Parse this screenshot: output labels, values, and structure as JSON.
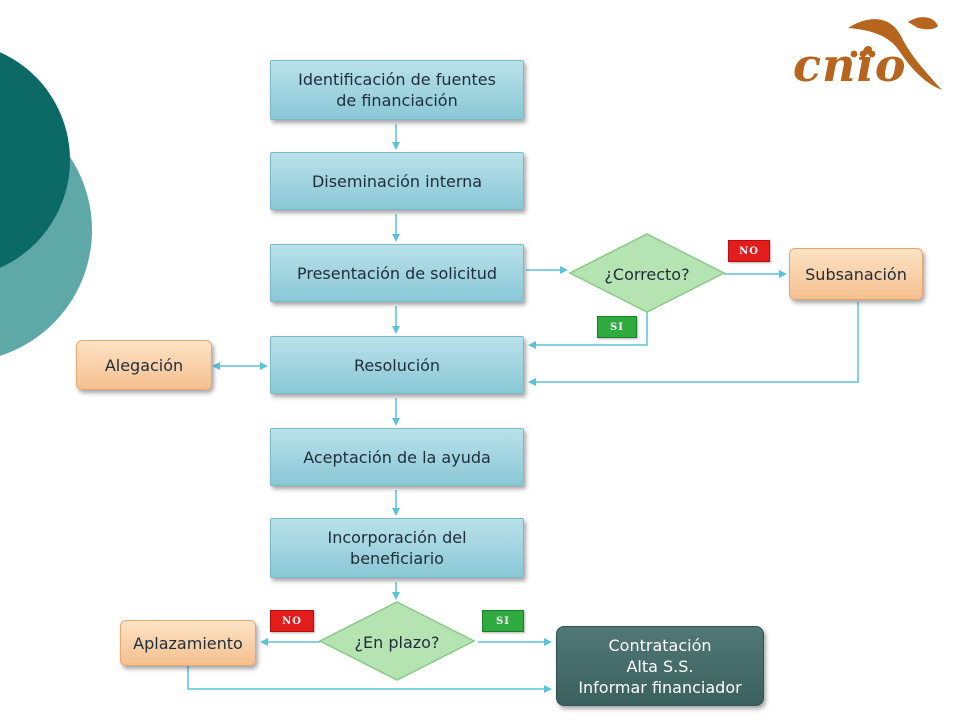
{
  "colors": {
    "teal_dark": "#0c6a66",
    "teal_light": "#5ea8a7",
    "connector": "#5bc3d6",
    "logo_brown": "#b5651d"
  },
  "logo": {
    "text": "cnio"
  },
  "nodes": {
    "identificacion": "Identificación de fuentes\nde financiación",
    "diseminacion": "Diseminación interna",
    "presentacion": "Presentación de solicitud",
    "resolucion": "Resolución",
    "aceptacion": "Aceptación de la ayuda",
    "incorporacion": "Incorporación del\nbeneficiario",
    "alegacion": "Alegación",
    "subsanacion": "Subsanación",
    "aplazamiento": "Aplazamiento",
    "contratacion": "Contratación\nAlta S.S.\nInformar financiador"
  },
  "decisions": {
    "correcto": "¿Correcto?",
    "en_plazo": "¿En plazo?"
  },
  "badges": {
    "correcto_no": "NO",
    "correcto_si": "SI",
    "plazo_no": "NO",
    "plazo_si": "SI"
  }
}
